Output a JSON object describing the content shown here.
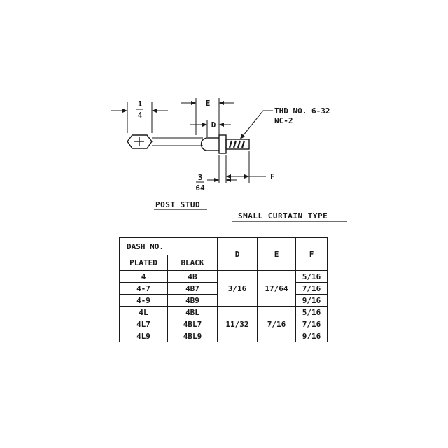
{
  "drawing": {
    "dim_quarter_num": "1",
    "dim_quarter_den": "4",
    "dim_e": "E",
    "dim_d": "D",
    "dim_f": "F",
    "dim_3_64_num": "3",
    "dim_3_64_den": "64",
    "thread_line1": "THD NO. 6-32",
    "thread_line2": "NC-2",
    "caption_left": "POST STUD",
    "caption_right": "SMALL CURTAIN TYPE"
  },
  "table": {
    "group_header": "DASH NO.",
    "col_plated": "PLATED",
    "col_black": "BLACK",
    "col_d": "D",
    "col_e": "E",
    "col_f": "F",
    "rows": [
      {
        "plated": "4",
        "black": "4B",
        "f": "5/16"
      },
      {
        "plated": "4-7",
        "black": "4B7",
        "f": "7/16"
      },
      {
        "plated": "4-9",
        "black": "4B9",
        "f": "9/16"
      },
      {
        "plated": "4L",
        "black": "4BL",
        "f": "5/16"
      },
      {
        "plated": "4L7",
        "black": "4BL7",
        "f": "7/16"
      },
      {
        "plated": "4L9",
        "black": "4BL9",
        "f": "9/16"
      }
    ],
    "groups": [
      {
        "d": "3/16",
        "e": "17/64"
      },
      {
        "d": "11/32",
        "e": "7/16"
      }
    ]
  }
}
